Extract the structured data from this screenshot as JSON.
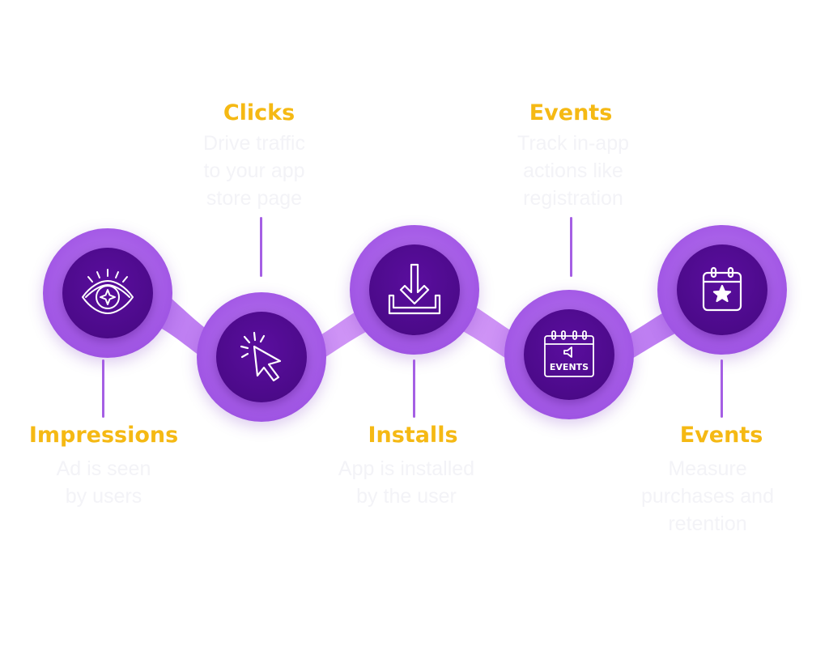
{
  "colors": {
    "title": "#f5b914",
    "band": "#c98cf5",
    "node_outer": "#a45ae6",
    "node_inner": "#4c0a8a",
    "icon": "#ffffff",
    "connector": "#a55fe4"
  },
  "steps": [
    {
      "title": "Impressions",
      "icon": "eye-icon",
      "description": "Ad is seen\nby users"
    },
    {
      "title": "Clicks",
      "icon": "cursor-click-icon",
      "description": "Drive traffic\nto your app\nstore page"
    },
    {
      "title": "Installs",
      "icon": "download-icon",
      "description": "App is installed\nby the user"
    },
    {
      "title": "Events",
      "icon": "events-calendar-icon",
      "description": "Track in-app\nactions like\nregistration"
    },
    {
      "title": "Events",
      "icon": "calendar-star-icon",
      "description": "Measure\npurchases and\nretention"
    }
  ]
}
